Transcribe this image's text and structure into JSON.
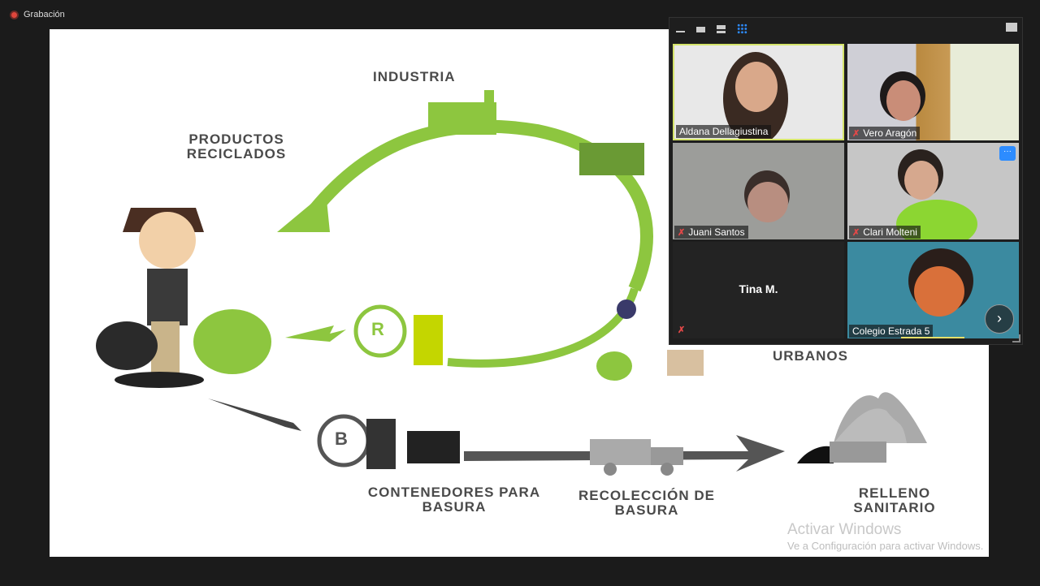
{
  "recording": {
    "label": "Grabación",
    "color": "#e0463c"
  },
  "slide": {
    "labels": {
      "industria": "INDUSTRIA",
      "productos": "PRODUCTOS RECICLADOS",
      "urbanos": "URBANOS",
      "contenedores": "CONTENEDORES PARA BASURA",
      "recoleccion": "RECOLECCIÓN DE BASURA",
      "relleno": "RELLENO SANITARIO",
      "r_letter": "R",
      "b_letter": "B"
    },
    "colors": {
      "green": "#8dc63f",
      "gray": "#5a5a5a"
    }
  },
  "watermark": {
    "title": "Activar Windows",
    "subtitle": "Ve a Configuración para activar Windows."
  },
  "gallery": {
    "participants": [
      {
        "name": "Aldana Dellagiustina",
        "muted": false,
        "active": true
      },
      {
        "name": "Vero Aragón",
        "muted": true
      },
      {
        "name": "Juani Santos",
        "muted": true
      },
      {
        "name": "Clari Molteni",
        "muted": true
      },
      {
        "name": "Tina M.",
        "muted": true,
        "video": false
      },
      {
        "name": "Colegio Estrada 5",
        "muted": false
      }
    ],
    "more_label": "···",
    "next_label": "›"
  }
}
